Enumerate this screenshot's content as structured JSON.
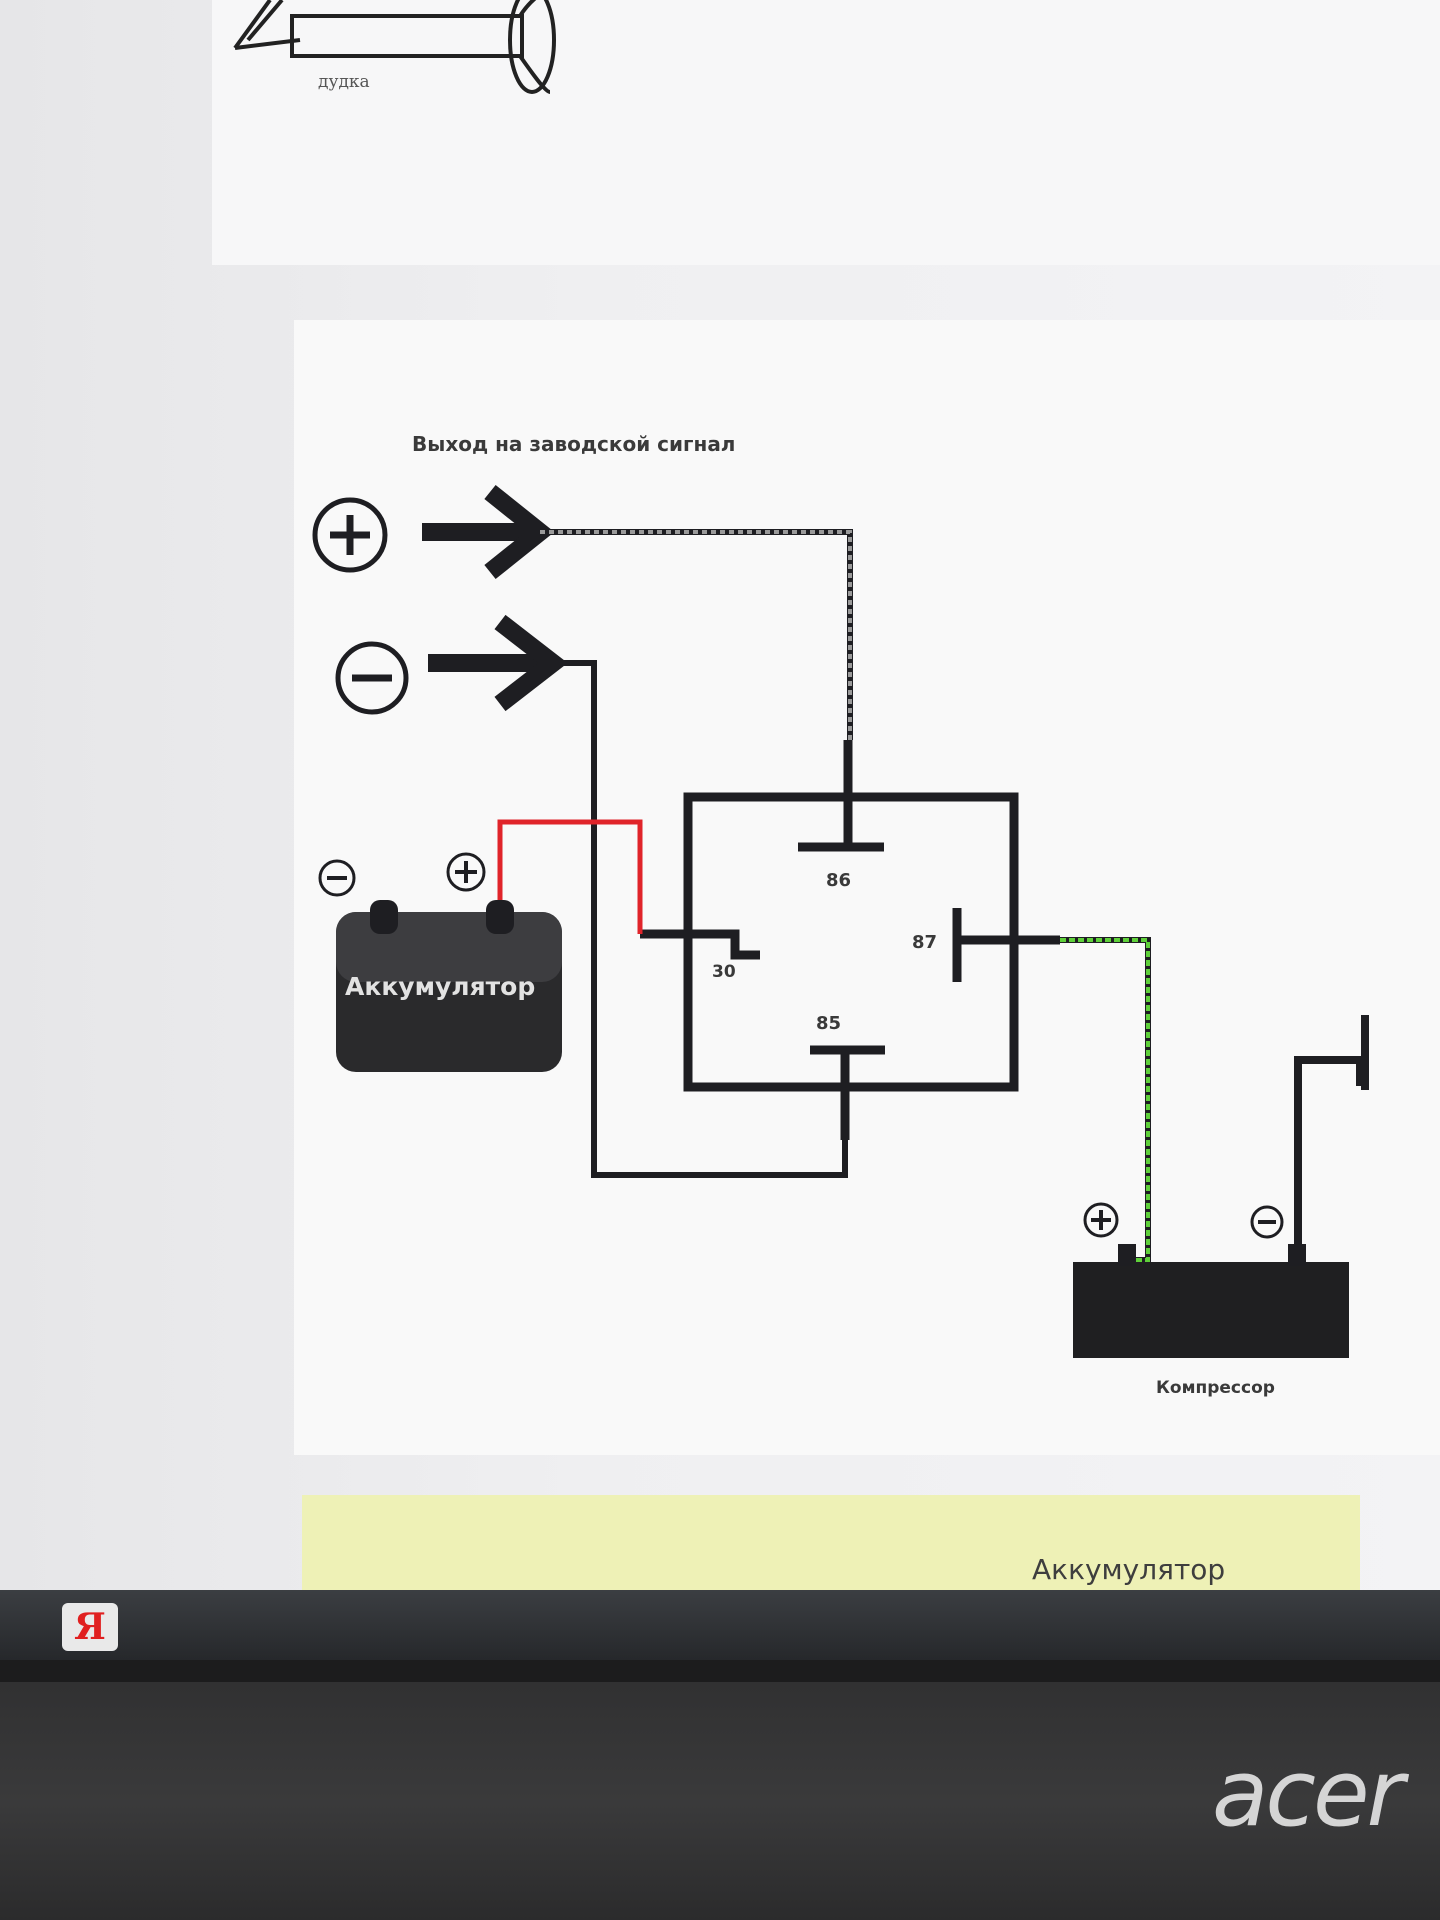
{
  "top_card": {
    "caption": "дудка"
  },
  "diagram": {
    "title": "Выход на заводской сигнал",
    "battery_label": "Аккумулятор",
    "compressor_label": "Компрессор",
    "pins": {
      "p86": "86",
      "p87": "87",
      "p30": "30",
      "p85": "85"
    },
    "colors": {
      "wire": "#1e1e22",
      "positive_wire": "#e0242a",
      "compressor_wire": "#5fd13a",
      "signal_wire": "#8a8a8a"
    }
  },
  "bottom_card": {
    "title": "Аккумулятор"
  },
  "taskbar": {
    "yandex_glyph": "Я"
  },
  "monitor": {
    "brand": "acer"
  }
}
